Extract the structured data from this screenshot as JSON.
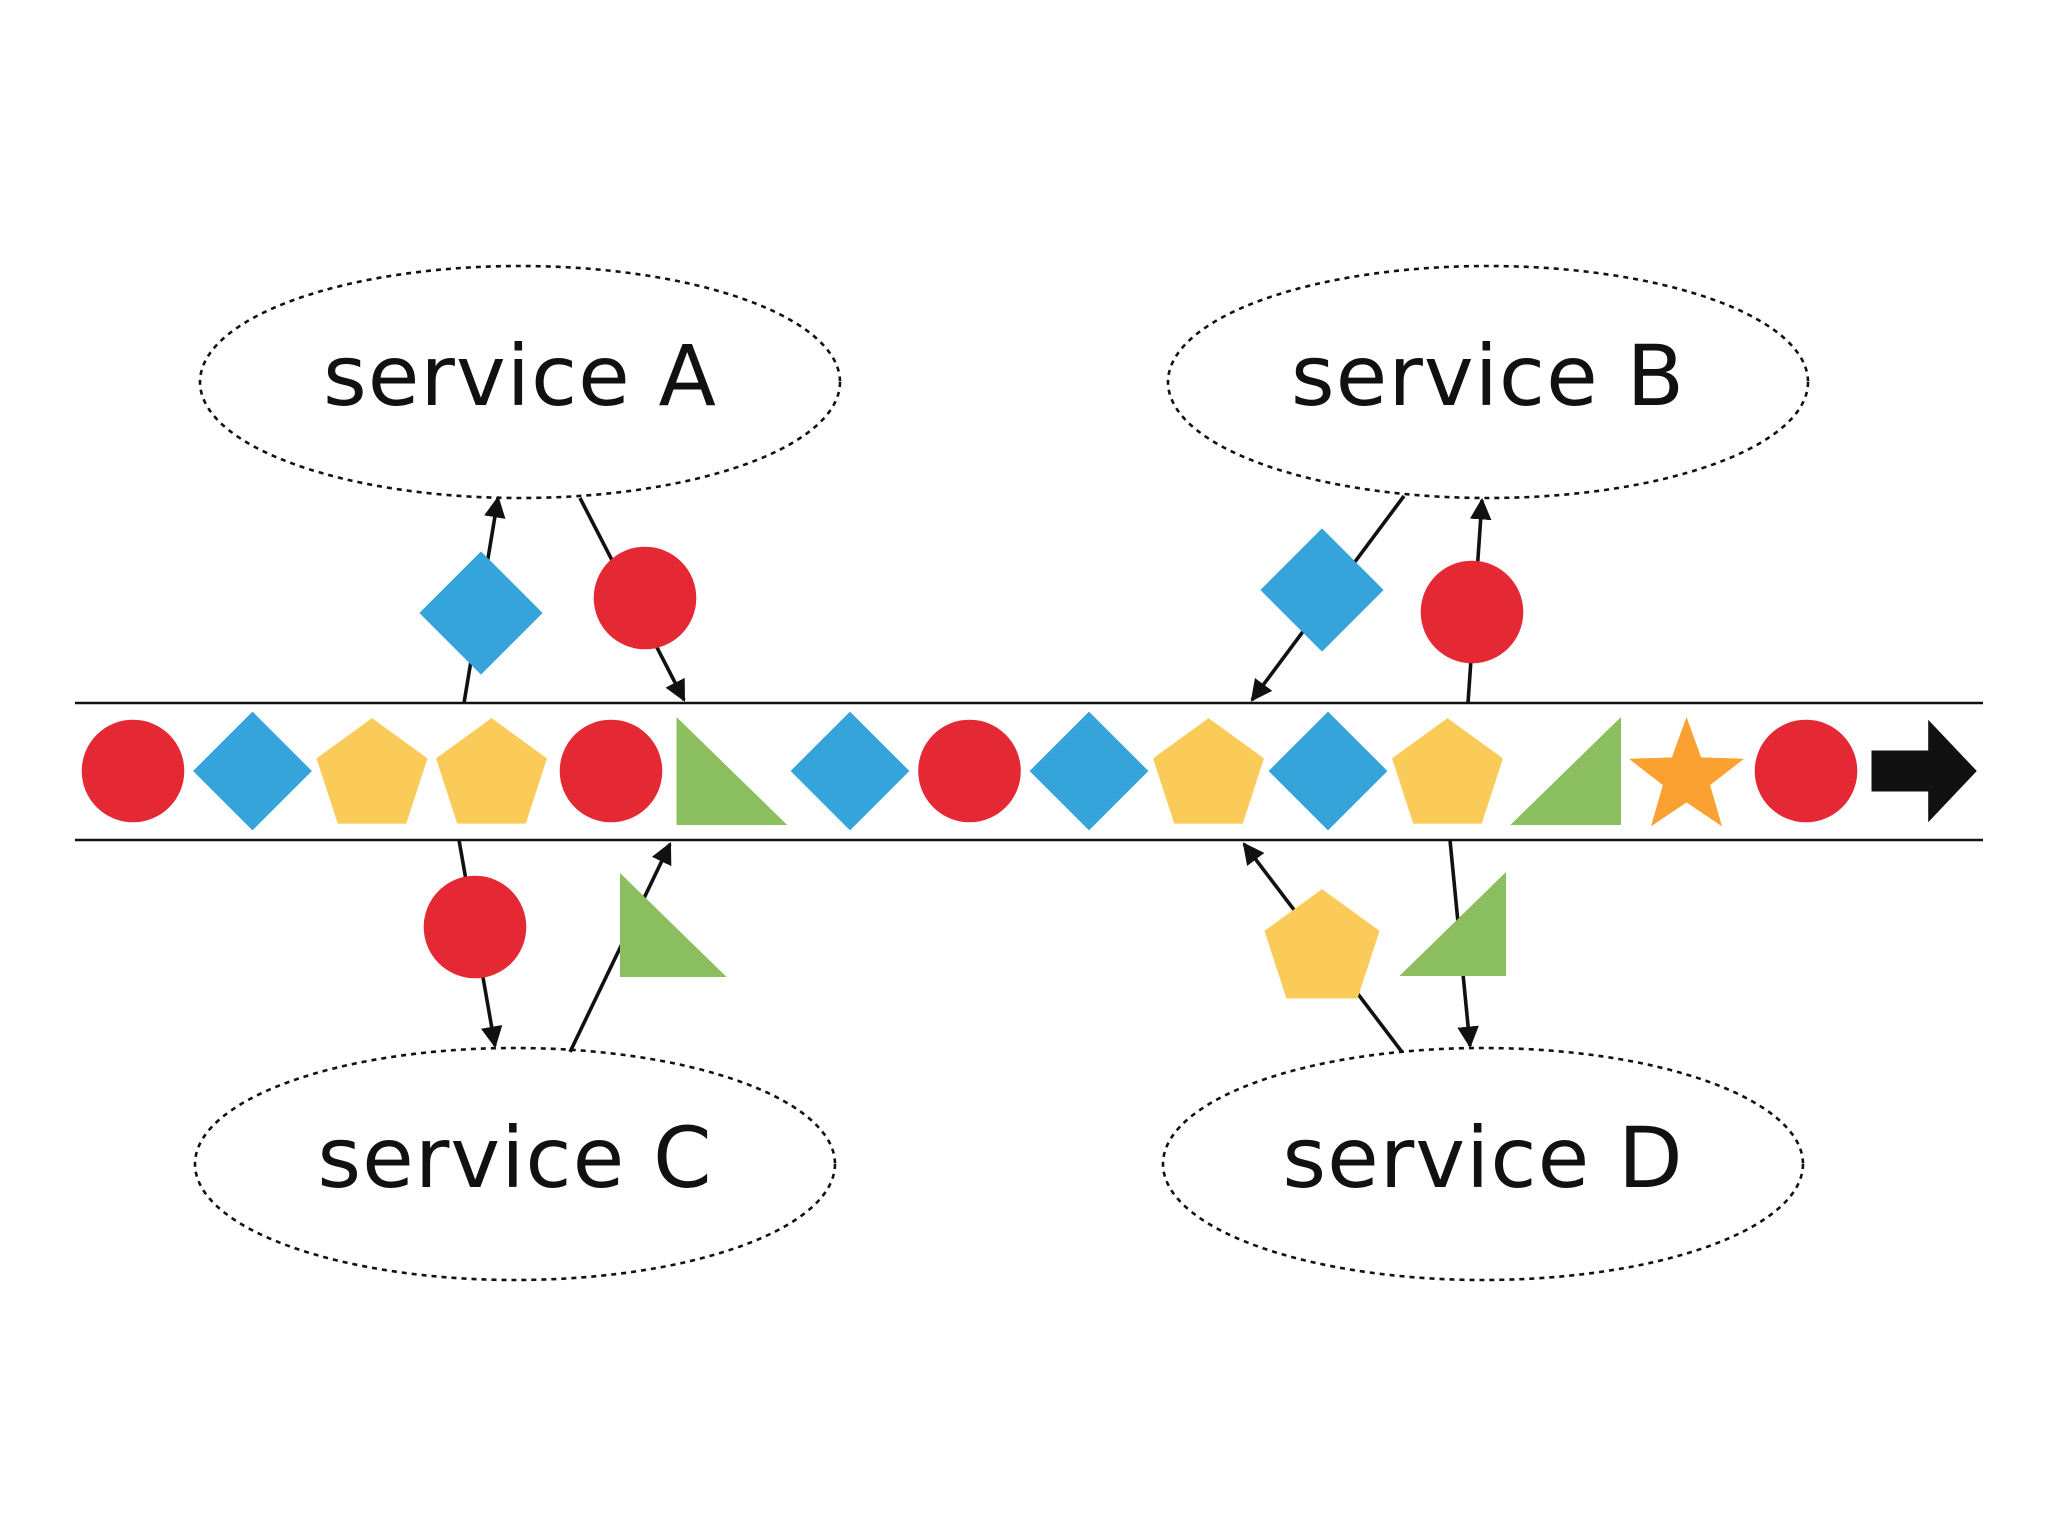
{
  "colors": {
    "circle": "#E42935",
    "diamond": "#34A4DA",
    "pentagon": "#FBCB5A",
    "triangle": "#8BBE5E",
    "star": "#FBA132",
    "arrow": "#111111",
    "line": "#111111"
  },
  "services": [
    {
      "id": "A",
      "label": "service A"
    },
    {
      "id": "B",
      "label": "service B"
    },
    {
      "id": "C",
      "label": "service C"
    },
    {
      "id": "D",
      "label": "service D"
    }
  ],
  "stream": {
    "direction": "right",
    "items": [
      "circle",
      "diamond",
      "pentagon",
      "pentagon",
      "circle",
      "triangle-right",
      "diamond",
      "circle",
      "diamond",
      "pentagon",
      "diamond",
      "pentagon",
      "triangle-left",
      "star",
      "circle",
      "arrow-right-icon"
    ]
  },
  "exchanges": [
    {
      "service": "A",
      "direction": "consume",
      "shape": "diamond"
    },
    {
      "service": "A",
      "direction": "produce",
      "shape": "circle"
    },
    {
      "service": "B",
      "direction": "produce",
      "shape": "diamond"
    },
    {
      "service": "B",
      "direction": "consume",
      "shape": "circle"
    },
    {
      "service": "C",
      "direction": "consume",
      "shape": "circle"
    },
    {
      "service": "C",
      "direction": "produce",
      "shape": "triangle-right"
    },
    {
      "service": "D",
      "direction": "produce",
      "shape": "pentagon"
    },
    {
      "service": "D",
      "direction": "consume",
      "shape": "triangle-left"
    }
  ]
}
